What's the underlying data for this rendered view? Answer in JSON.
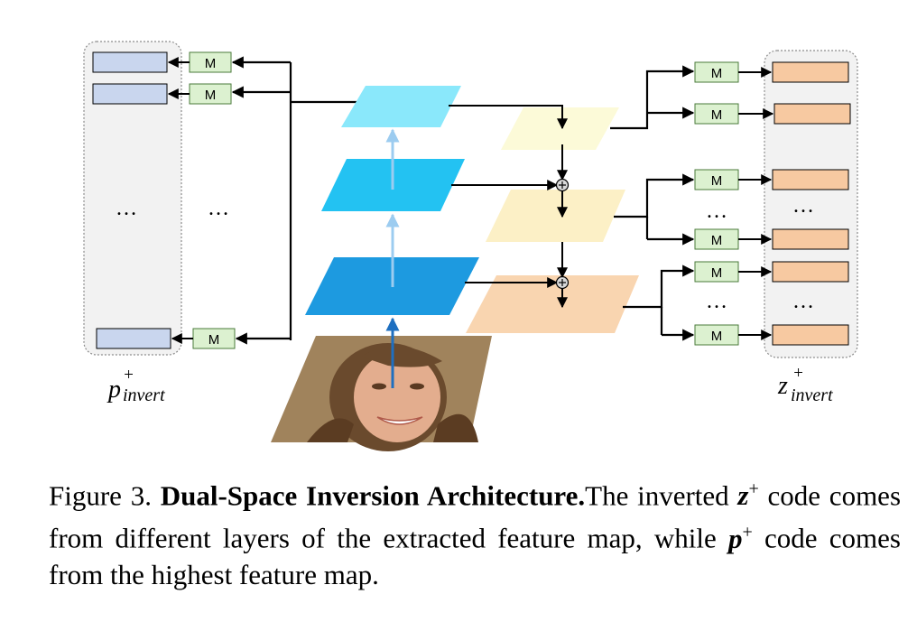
{
  "diagram": {
    "module_label": "M",
    "ellipsis": "…",
    "left_label": {
      "base": "p",
      "sup": "+",
      "sub": "invert"
    },
    "right_label": {
      "base": "z",
      "sup": "+",
      "sub": "invert"
    },
    "colors": {
      "panel_fill": "#f2f2f2",
      "panel_border": "#8c8c8c",
      "left_code_fill": "#c9d6ee",
      "right_code_fill": "#f7c9a1",
      "module_fill": "#dcf1d0",
      "module_border": "#4a7a3a",
      "feature_top": "#8ae8fb",
      "feature_mid": "#23c2f2",
      "feature_bottom": "#1d9ae0",
      "fuse_top": "#fcfad8",
      "fuse_mid": "#fcf0c6",
      "fuse_bottom": "#f9d5b0",
      "face_bg": "#a0835c",
      "face_skin": "#e3ad8e",
      "face_hair": "#6a4a2d"
    }
  },
  "caption": {
    "figure_num": "Figure 3.",
    "title": "Dual-Space Inversion Architecture.",
    "text1": "The inverted ",
    "z_symbol": "z",
    "plus": "+",
    "text2": " code comes from different layers of the extracted feature map, while ",
    "p_symbol": "p",
    "text3": " code comes from the highest feature map."
  }
}
